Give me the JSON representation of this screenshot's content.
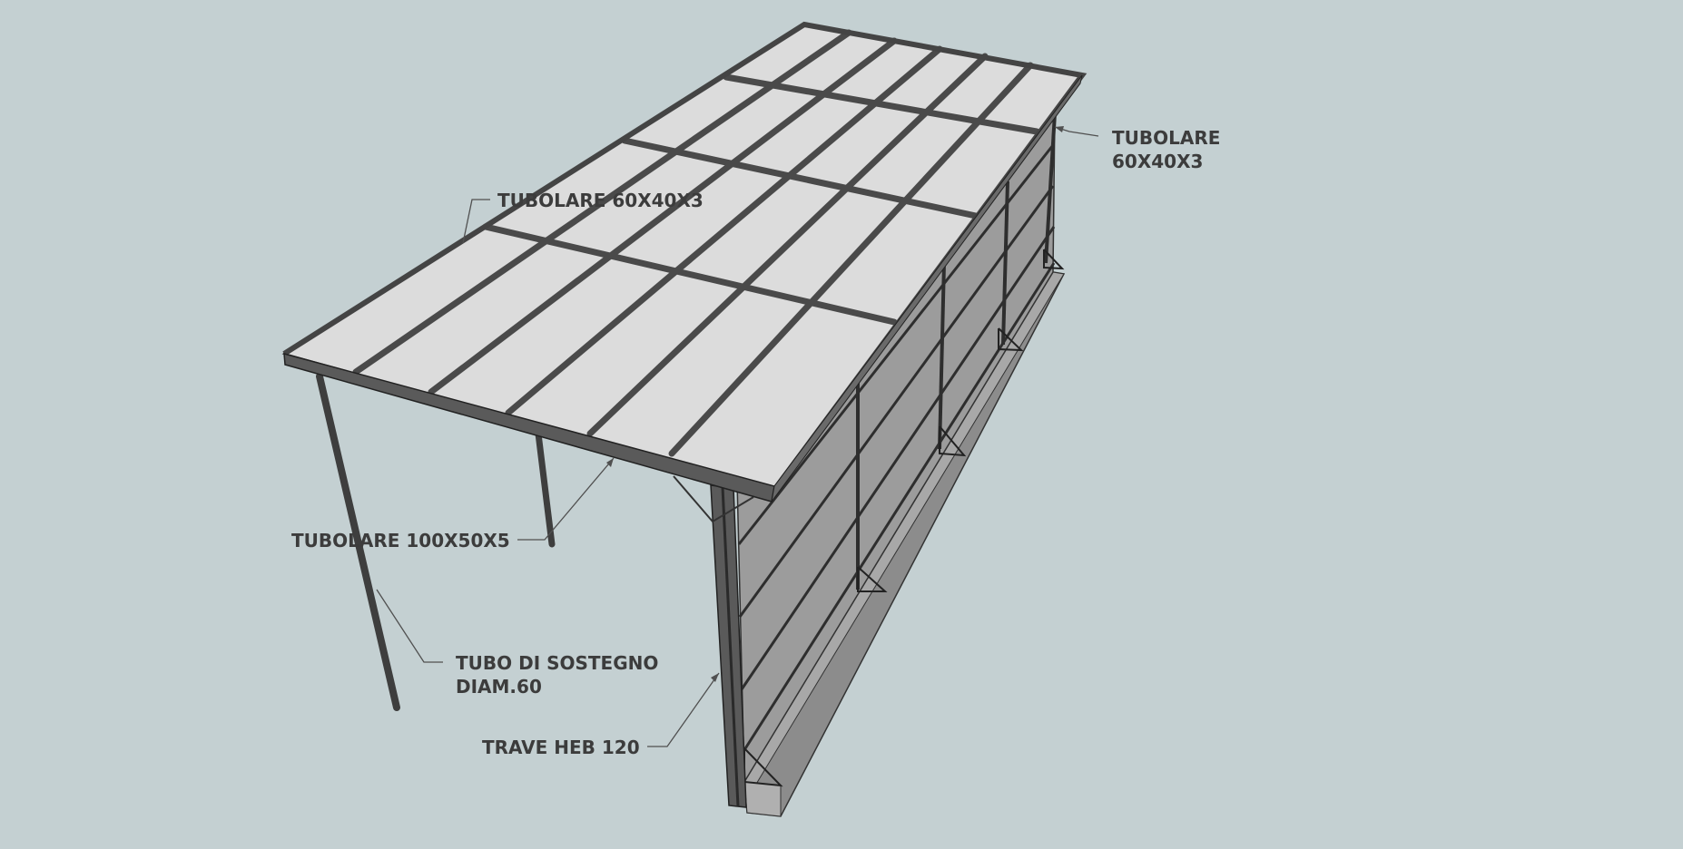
{
  "drawing": {
    "background": "#c4d0d2",
    "panel_color": "#dcdcdc",
    "frame_color": "#4a4a4a",
    "wall_color": "#9a9a9a",
    "base_color": "#8c8c8c",
    "leader_color": "#505050"
  },
  "labels": {
    "tubolare_60x40x3_left": {
      "line1": "TUBOLARE 60X40X3"
    },
    "tubolare_60x40x3_right": {
      "line1": "TUBOLARE",
      "line2": "60X40X3"
    },
    "tubolare_100x50x5": {
      "line1": "TUBOLARE 100X50X5"
    },
    "tubo_di_sostegno": {
      "line1": "TUBO DI SOSTEGNO",
      "line2": "DIAM.60"
    },
    "trave_heb_120": {
      "line1": "TRAVE HEB 120"
    }
  }
}
